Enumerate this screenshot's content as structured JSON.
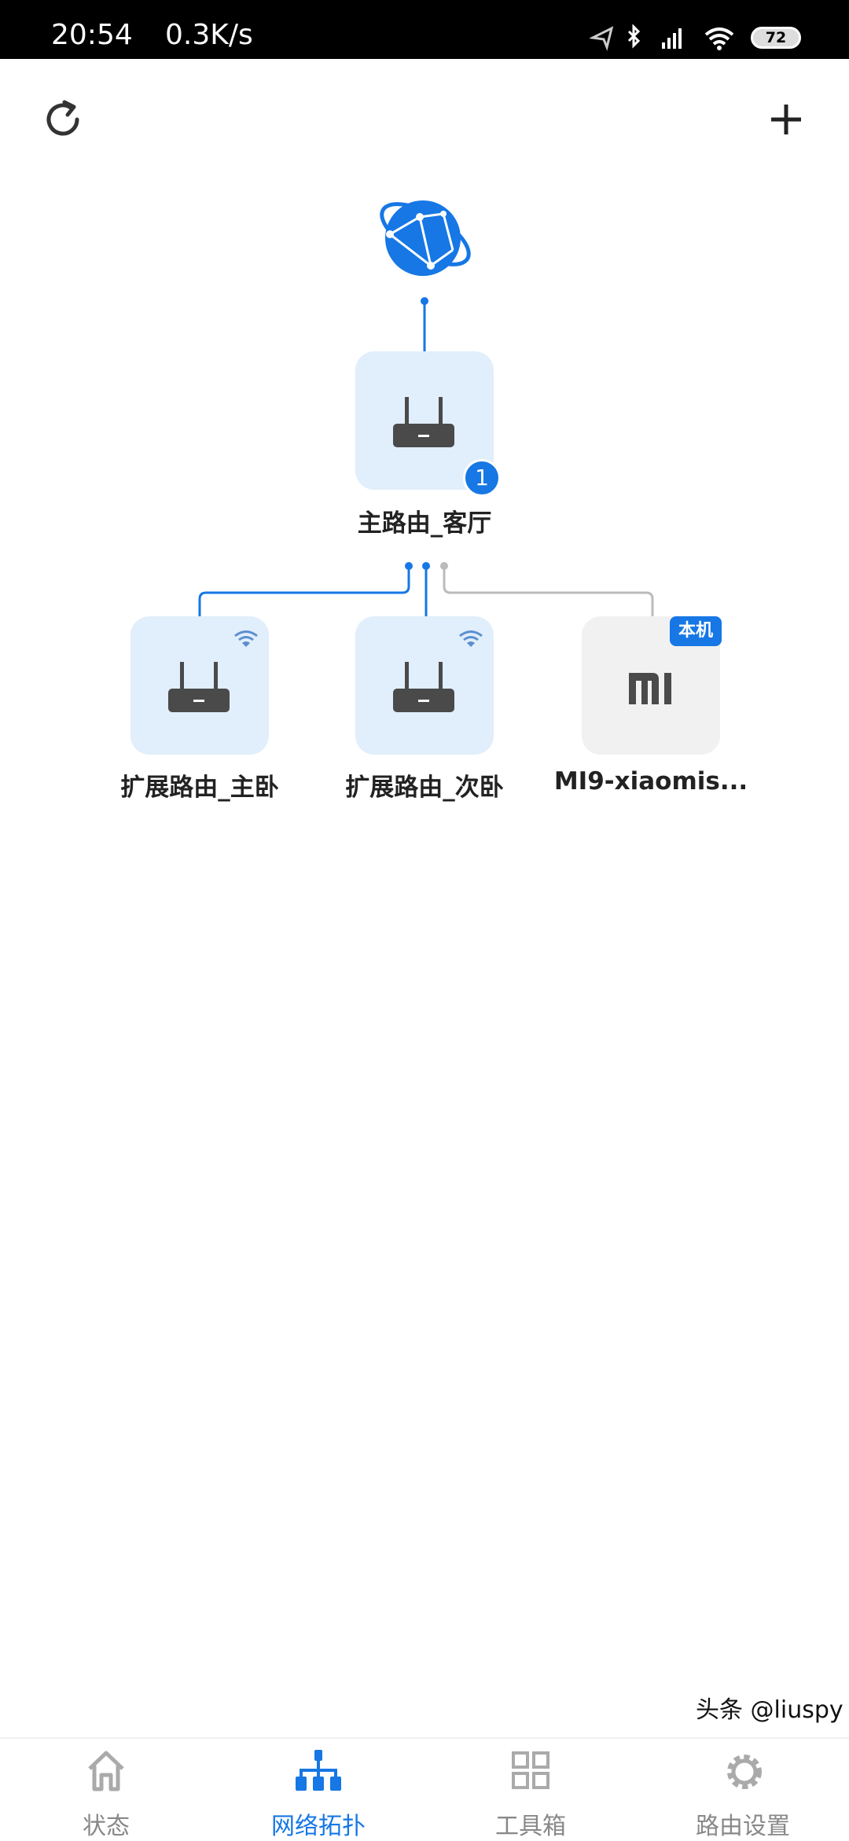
{
  "status_bar": {
    "time": "20:54",
    "speed": "0.3K/s",
    "battery": "72"
  },
  "toolbar": {
    "refresh_icon": "refresh-icon",
    "add_icon": "plus-icon"
  },
  "topology": {
    "internet_icon": "globe-icon",
    "main_router": {
      "name": "主路由_客厅",
      "badge": "1"
    },
    "children": [
      {
        "name": "扩展路由_主卧",
        "type": "router",
        "wifi": true
      },
      {
        "name": "扩展路由_次卧",
        "type": "router",
        "wifi": true
      },
      {
        "name": "MI9-xiaomis...",
        "type": "phone",
        "badge": "本机"
      }
    ],
    "colors": {
      "accent": "#1677e5",
      "line_offline": "#bbbbbb",
      "node_bg": "#e1eefb"
    }
  },
  "bottom_nav": [
    {
      "label": "状态",
      "icon": "home-icon",
      "active": false
    },
    {
      "label": "网络拓扑",
      "icon": "topology-icon",
      "active": true
    },
    {
      "label": "工具箱",
      "icon": "grid-icon",
      "active": false
    },
    {
      "label": "路由设置",
      "icon": "gear-icon",
      "active": false
    }
  ],
  "watermark": "头条 @liuspy"
}
